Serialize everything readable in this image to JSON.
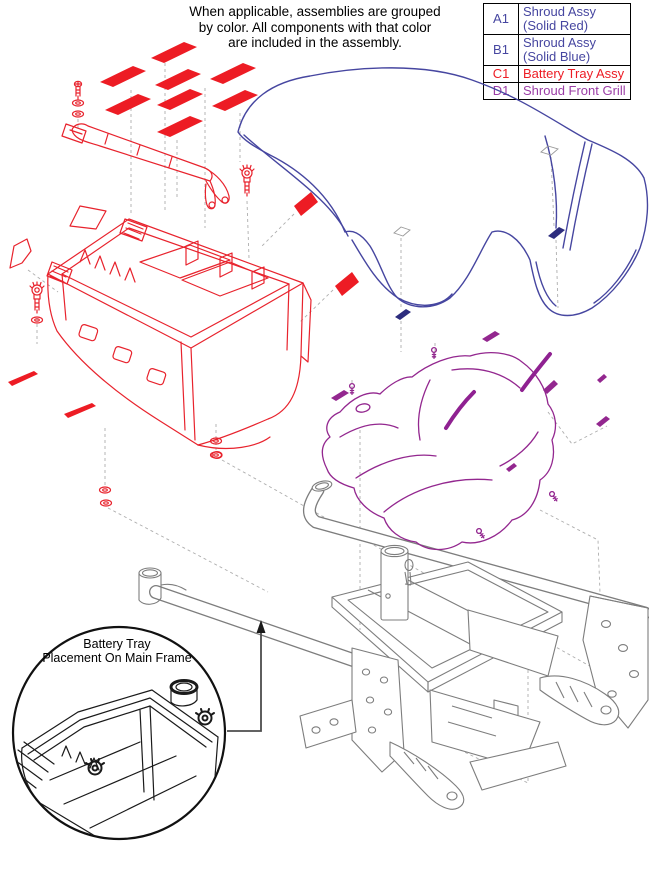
{
  "note": {
    "line1": "When applicable, assemblies are grouped",
    "line2": "by color. All components with that color",
    "line3": "are included in the assembly."
  },
  "legend": {
    "rows": [
      {
        "code": "A1",
        "line1": "Shroud Assy",
        "line2": "(Solid Red)"
      },
      {
        "code": "B1",
        "line1": "Shroud Assy",
        "line2": "(Solid Blue)"
      },
      {
        "code": "C1",
        "line1": "Battery Tray Assy",
        "line2": ""
      },
      {
        "code": "D1",
        "line1": "Shroud Front Grill",
        "line2": ""
      }
    ]
  },
  "callout": {
    "line1": "Battery Tray",
    "line2": "Placement On Main Frame"
  },
  "colors": {
    "assembly_red": "#ed1c24",
    "assembly_blue": "#4646a0",
    "assembly_purple": "#93278f",
    "legend_purple": "#9b3da6",
    "frame_gray": "#7d7d7d",
    "text_black": "#000000"
  }
}
